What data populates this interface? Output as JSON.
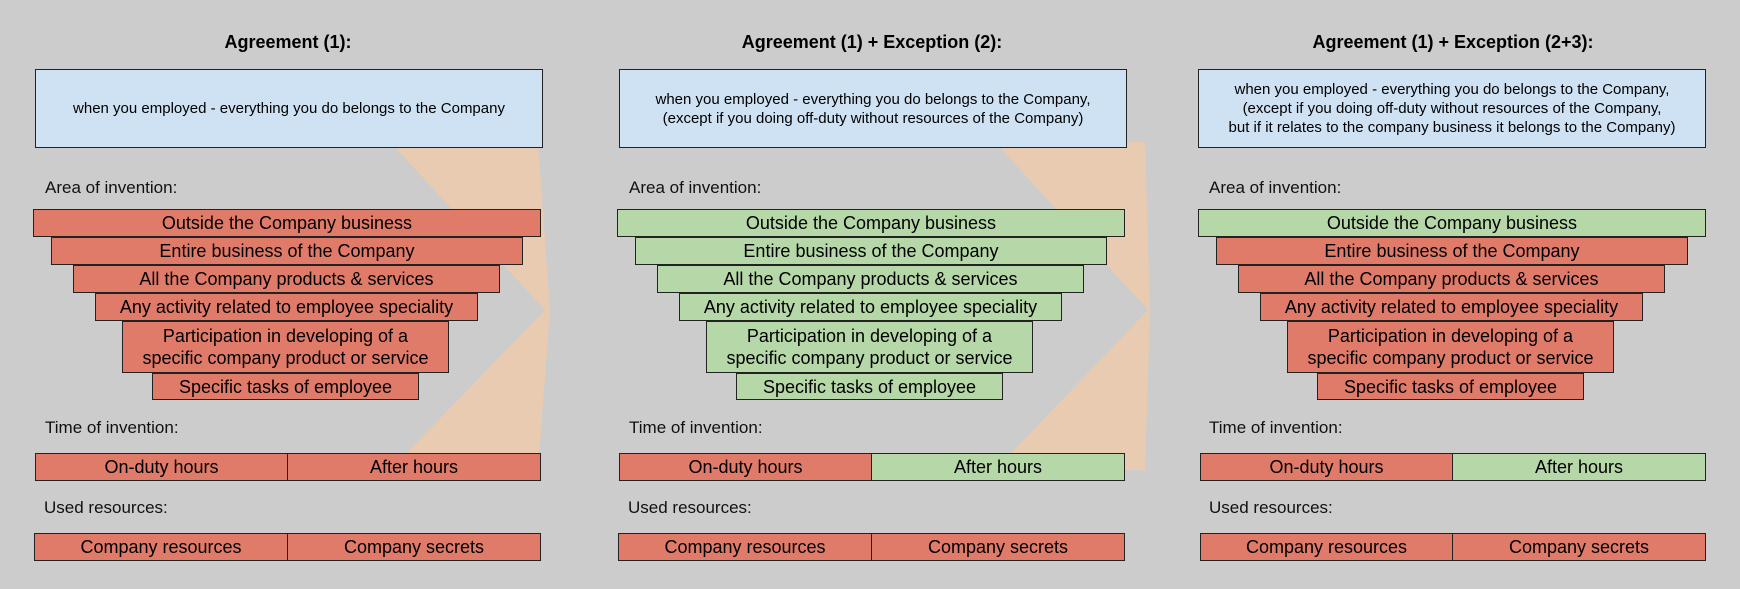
{
  "colors": {
    "belongs_to_company": "#e07b6a",
    "belongs_to_employee": "#b6d7a8",
    "description_box": "#cfe2f3",
    "background": "#cccccc",
    "chevron": "#e8cbb0"
  },
  "labels": {
    "area": "Area of invention:",
    "time": "Time of invention:",
    "resources": "Used resources:"
  },
  "area_items": [
    "Outside the Company business",
    "Entire business of the Company",
    "All the Company products & services",
    "Any activity related to employee speciality",
    "Participation in developing of a\nspecific company product or service",
    "Specific tasks of employee"
  ],
  "time_items": [
    "On-duty hours",
    "After hours"
  ],
  "resource_items": [
    "Company resources",
    "Company secrets"
  ],
  "panels": [
    {
      "title": "Agreement (1):",
      "description": "when you employed - everything you do belongs to the Company",
      "area_status": [
        "red",
        "red",
        "red",
        "red",
        "red",
        "red"
      ],
      "time_status": [
        "red",
        "red"
      ],
      "resource_status": [
        "red",
        "red"
      ]
    },
    {
      "title": "Agreement (1) + Exception (2):",
      "description": "when you employed - everything you do belongs to the Company,\n(except if you doing off-duty without resources of the Company)",
      "area_status": [
        "green",
        "green",
        "green",
        "green",
        "green",
        "green"
      ],
      "time_status": [
        "red",
        "green"
      ],
      "resource_status": [
        "red",
        "red"
      ]
    },
    {
      "title": "Agreement (1) + Exception (2+3):",
      "description": "when you employed - everything you do belongs to the Company,\n(except if you doing off-duty without resources of the Company,\nbut if it relates to the company business it belongs to the Company)",
      "area_status": [
        "green",
        "red",
        "red",
        "red",
        "red",
        "red"
      ],
      "time_status": [
        "red",
        "green"
      ],
      "resource_status": [
        "red",
        "red"
      ]
    }
  ]
}
